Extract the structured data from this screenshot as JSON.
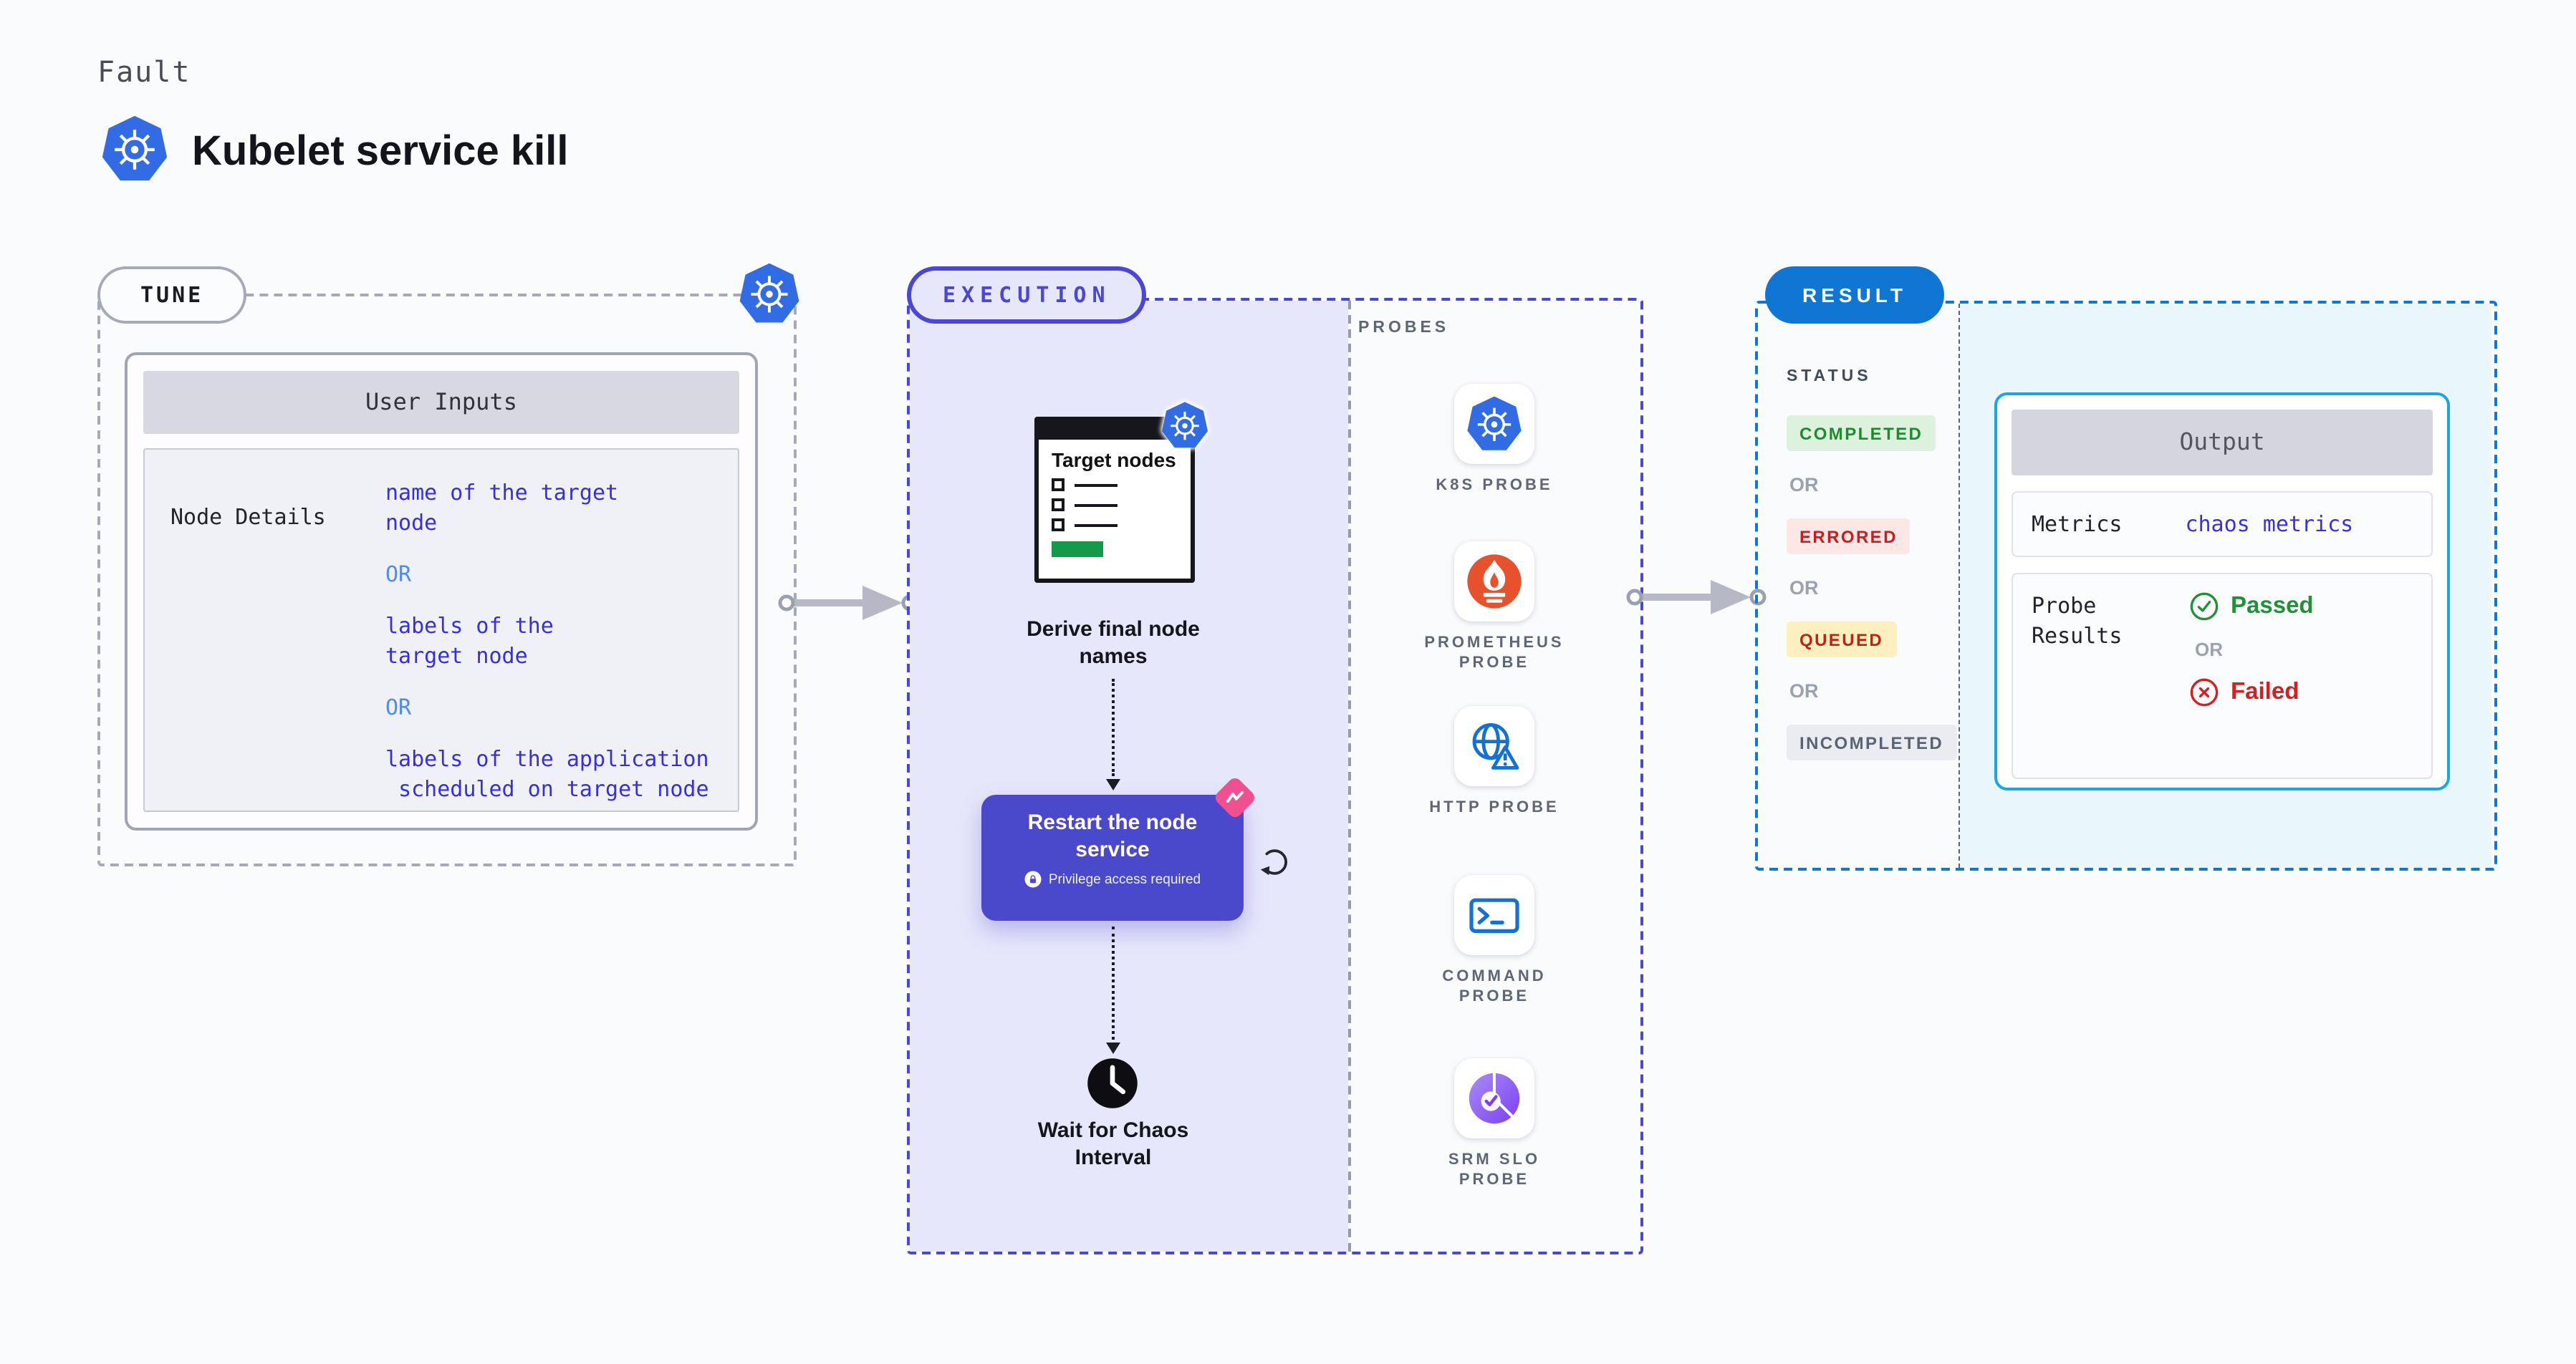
{
  "header": {
    "eyebrow": "Fault",
    "title": "Kubelet service kill"
  },
  "tune": {
    "badge": "TUNE",
    "panel_title": "User Inputs",
    "row_label": "Node Details",
    "or_label": "OR",
    "values": [
      "name of the target\nnode",
      "labels of the\ntarget node",
      "labels of the application\n scheduled on target node"
    ]
  },
  "execution": {
    "badge": "EXECUTION",
    "target_card_title": "Target nodes",
    "derive_step": "Derive final node\nnames",
    "action_title": "Restart the node\nservice",
    "action_note": "Privilege access required",
    "wait_step": "Wait for Chaos\nInterval",
    "probes_label": "PROBES",
    "probes": [
      {
        "label": "K8S PROBE",
        "icon": "kubernetes-icon"
      },
      {
        "label": "PROMETHEUS\nPROBE",
        "icon": "prometheus-icon"
      },
      {
        "label": "HTTP PROBE",
        "icon": "http-globe-warning-icon"
      },
      {
        "label": "COMMAND\nPROBE",
        "icon": "terminal-icon"
      },
      {
        "label": "SRM SLO\nPROBE",
        "icon": "slo-pie-check-icon"
      }
    ]
  },
  "result": {
    "badge": "RESULT",
    "status_label": "STATUS",
    "or_label": "OR",
    "statuses": [
      {
        "text": "COMPLETED",
        "color": "#1e8b2f",
        "bg": "#ddf2dc"
      },
      {
        "text": "ERRORED",
        "color": "#c81e1e",
        "bg": "#fbe7e5"
      },
      {
        "text": "QUEUED",
        "color": "#bf2318",
        "bg": "#fcf0c0"
      },
      {
        "text": "INCOMPLETED",
        "color": "#5c6370",
        "bg": "#eaecf2"
      }
    ],
    "output": {
      "title": "Output",
      "metrics_label": "Metrics",
      "metrics_value": "chaos metrics",
      "probe_results_label": "Probe\nResults",
      "passed": "Passed",
      "or_label": "OR",
      "failed": "Failed"
    }
  },
  "colors": {
    "kubernetes_blue": "#326ce5",
    "execution_indigo": "#4a46d6",
    "action_purple": "#4b49cb",
    "result_blue": "#1076d3",
    "output_border_cyan": "#18a8e0",
    "link_blue": "#372ee0",
    "or_blue": "#4f8cf2",
    "prometheus_orange": "#e6522c",
    "chaos_pink": "#f0508f",
    "passed_green": "#1e9235",
    "failed_red": "#d42020",
    "target_green": "#15994b"
  }
}
